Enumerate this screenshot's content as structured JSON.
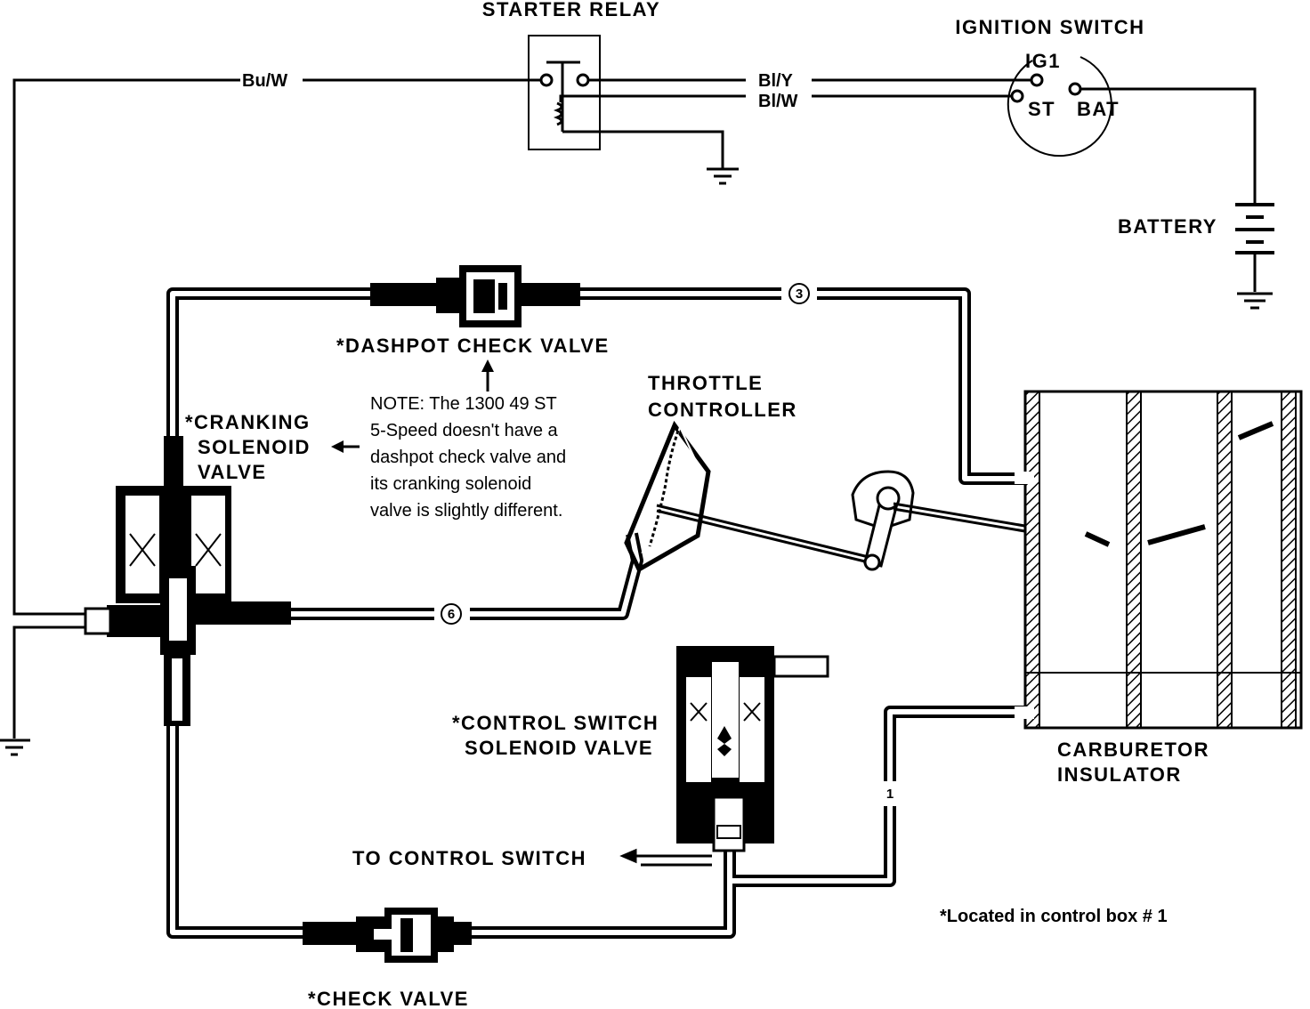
{
  "labels": {
    "starter_relay": "STARTER RELAY",
    "ignition_switch": "IGNITION SWITCH",
    "ig1": "IG1",
    "st": "ST",
    "bat": "BAT",
    "battery": "BATTERY",
    "wire_buw": "Bu/W",
    "wire_bly": "Bl/Y",
    "wire_blw": "Bl/W",
    "dashpot_check_valve": "*DASHPOT CHECK VALVE",
    "cranking_1": "*CRANKING",
    "cranking_2": "SOLENOID",
    "cranking_3": "VALVE",
    "throttle_1": "THROTTLE",
    "throttle_2": "CONTROLLER",
    "control_switch_1": "*CONTROL SWITCH",
    "control_switch_2": "SOLENOID VALVE",
    "to_control_switch": "TO CONTROL SWITCH",
    "carb_1": "CARBURETOR",
    "carb_2": "INSULATOR",
    "check_valve": "*CHECK VALVE",
    "located": "*Located in control box # 1",
    "hose_3": "3",
    "hose_6": "6",
    "hose_1": "1"
  },
  "note": {
    "line1": "NOTE: The 1300 49 ST",
    "line2": "5-Speed doesn't have a",
    "line3": "dashpot check valve and",
    "line4": "its cranking solenoid",
    "line5": "valve is slightly different."
  }
}
